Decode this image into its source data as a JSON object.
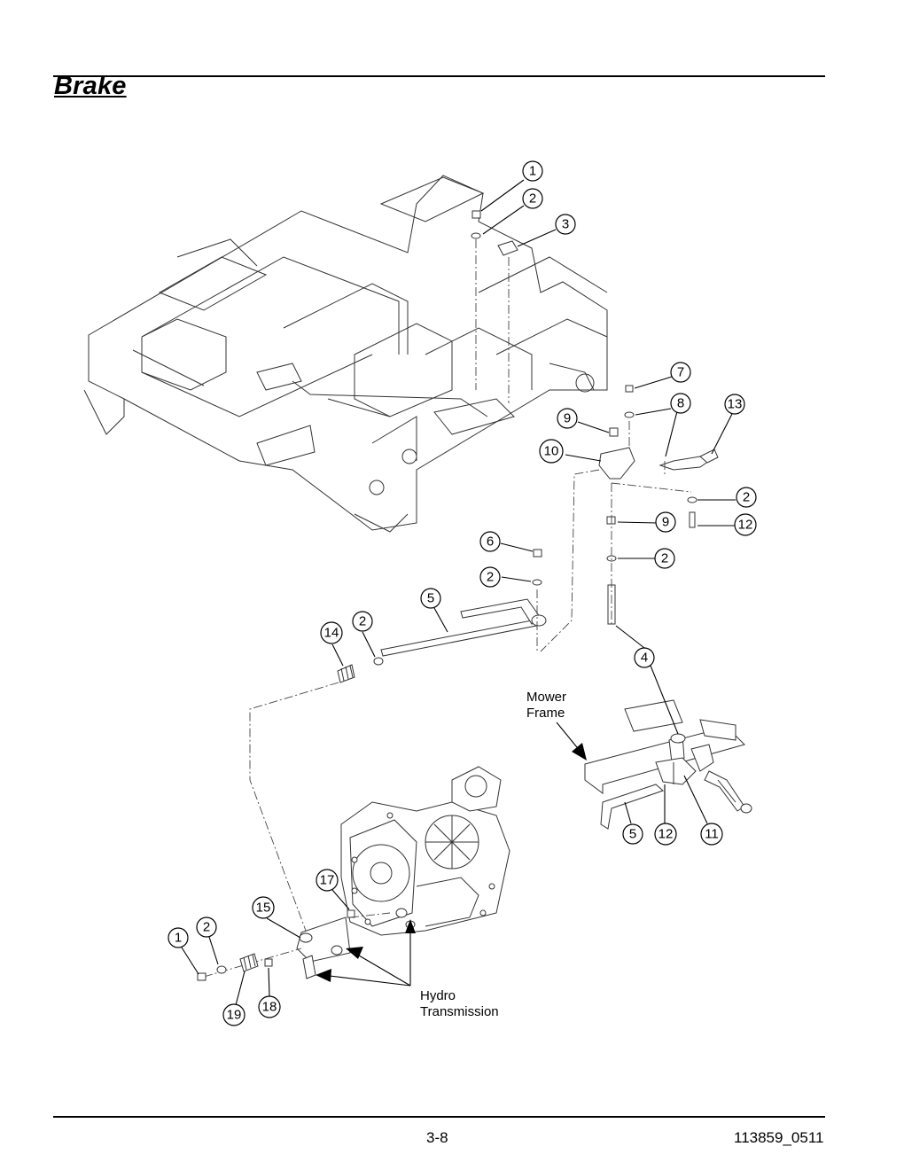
{
  "header": {
    "title": "Brake"
  },
  "footer": {
    "page_number": "3-8",
    "doc_code": "113859_0511"
  },
  "labels": {
    "mower_frame_line1": "Mower",
    "mower_frame_line2": "Frame",
    "hydro_line1": "Hydro",
    "hydro_line2": "Transmission"
  },
  "callouts": [
    "1",
    "2",
    "3",
    "7",
    "8",
    "13",
    "9",
    "10",
    "2",
    "9",
    "12",
    "2",
    "6",
    "2",
    "5",
    "14",
    "2",
    "4",
    "5",
    "12",
    "11",
    "17",
    "15",
    "2",
    "1",
    "19",
    "18"
  ]
}
